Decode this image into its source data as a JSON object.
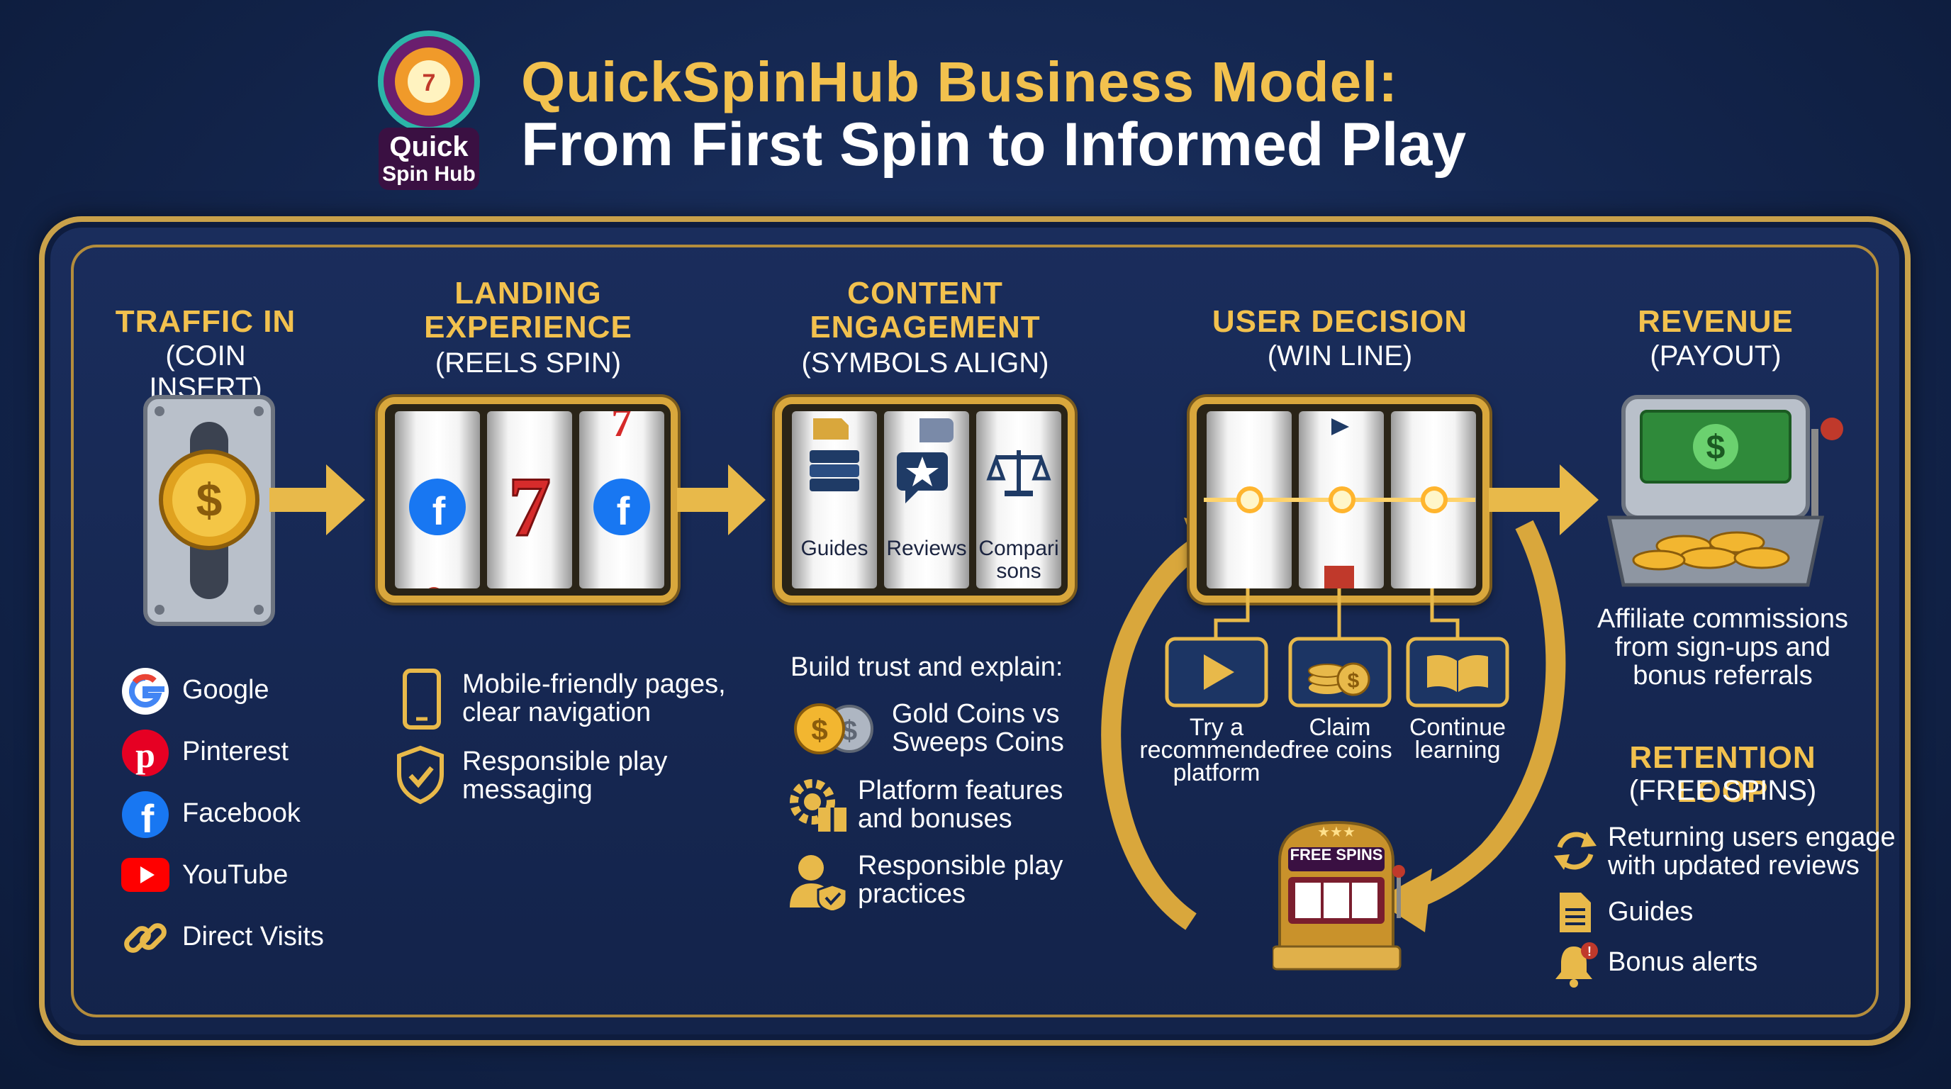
{
  "brand": {
    "logo_line1": "Quick",
    "logo_line2": "Spin Hub"
  },
  "title": {
    "line1": "QuickSpinHub Business Model:",
    "line2": "From First Spin to Informed Play"
  },
  "stages": {
    "traffic": {
      "title": "TRAFFIC IN",
      "sub": "(COIN INSERT)",
      "sources": [
        "Google",
        "Pinterest",
        "Facebook",
        "YouTube",
        "Direct Visits"
      ]
    },
    "landing": {
      "title1": "LANDING",
      "title2": "EXPERIENCE",
      "sub": "(REELS SPIN)",
      "points": [
        {
          "l1": "Mobile-friendly pages,",
          "l2": "clear navigation"
        },
        {
          "l1": "Responsible play",
          "l2": "messaging"
        }
      ]
    },
    "content": {
      "title1": "CONTENT",
      "title2": "ENGAGEMENT",
      "sub": "(SYMBOLS ALIGN)",
      "reels": [
        "Guides",
        "Reviews",
        "Compari",
        "sons"
      ],
      "intro": "Build trust and explain:",
      "points": [
        {
          "l1": "Gold Coins vs",
          "l2": "Sweeps Coins"
        },
        {
          "l1": "Platform features",
          "l2": "and bonuses"
        },
        {
          "l1": "Responsible play",
          "l2": "practices"
        }
      ]
    },
    "decision": {
      "title": "USER DECISION",
      "sub": "(WIN LINE)",
      "options": [
        {
          "l1": "Try a",
          "l2": "recommended",
          "l3": "platform"
        },
        {
          "l1": "Claim",
          "l2": "free coins"
        },
        {
          "l1": "Continue",
          "l2": "learning"
        }
      ],
      "machine_label": "FREE SPINS"
    },
    "revenue": {
      "title": "REVENUE",
      "sub": "(PAYOUT)",
      "desc": {
        "l1": "Affiliate commissions",
        "l2": "from sign-ups and",
        "l3": "bonus referrals"
      }
    },
    "retention": {
      "title": "RETENTION LOOP",
      "sub": "(FREE SPINS)",
      "points": [
        {
          "l1": "Returning users engage",
          "l2": "with updated reviews"
        },
        {
          "l1": "Guides"
        },
        {
          "l1": "Bonus alerts"
        }
      ]
    }
  },
  "colors": {
    "gold": "#f2c14e",
    "navy": "#13254d",
    "frame": "#c9a14a"
  },
  "icons": [
    "coin-slot-icon",
    "slot-reels-icon",
    "google-icon",
    "pinterest-icon",
    "facebook-icon",
    "youtube-icon",
    "link-icon",
    "phone-icon",
    "shield-check-icon",
    "coins-icon",
    "gear-gift-icon",
    "person-shield-icon",
    "play-icon",
    "coin-stack-icon",
    "book-icon",
    "cash-machine-icon",
    "refresh-icon",
    "document-icon",
    "bell-icon",
    "free-spins-machine-icon"
  ]
}
